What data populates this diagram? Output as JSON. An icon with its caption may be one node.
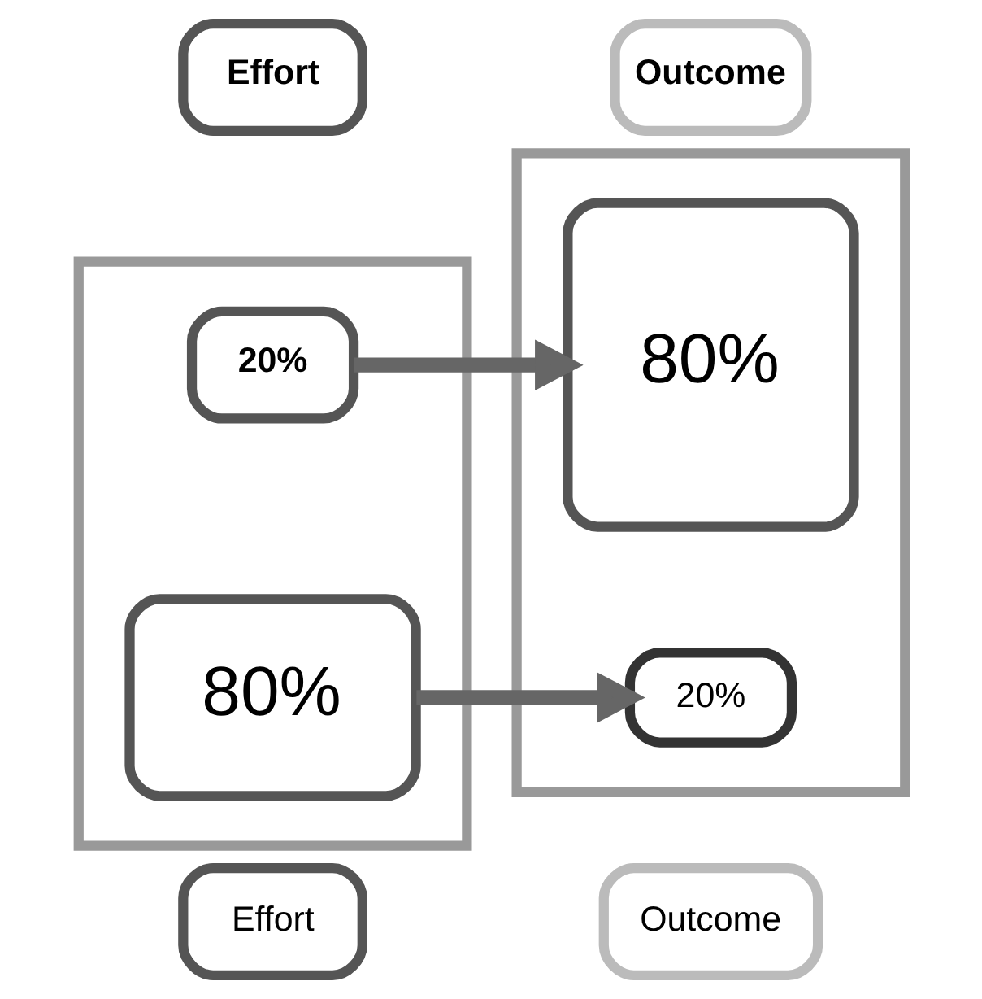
{
  "diagram": {
    "nodes": [
      {
        "text": [
          "Effort"
        ]
      },
      {
        "text": [
          "Outcome"
        ]
      },
      {
        "text": [],
        "shape": "box"
      },
      {
        "text": [
          "20%"
        ],
        "in": 2
      },
      {
        "text": [
          "80%"
        ],
        "in": 2
      },
      {
        "text": [],
        "shape": "box"
      },
      {
        "text": [
          "80%"
        ],
        "in": 5
      },
      {
        "text": [
          "20%"
        ],
        "in": 5
      },
      {
        "text": [
          "Effort"
        ]
      },
      {
        "text": [
          "Outcome"
        ]
      }
    ],
    "edges": [
      {
        "from": 3,
        "to": 6,
        "arrow": "to"
      },
      {
        "from": 4,
        "to": 7,
        "arrow": "to"
      }
    ]
  }
}
